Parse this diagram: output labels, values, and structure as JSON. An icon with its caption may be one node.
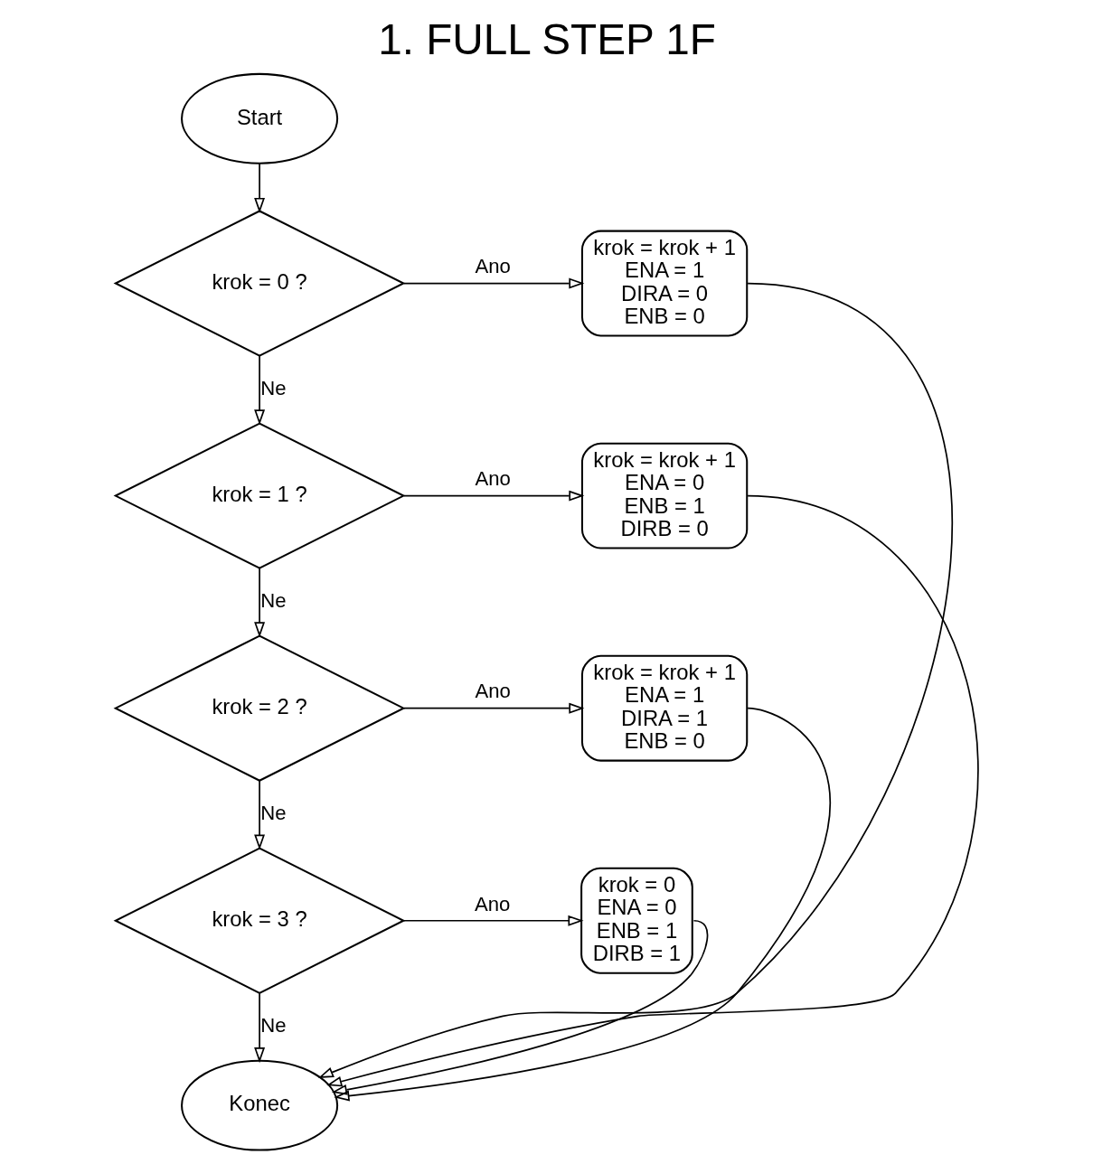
{
  "diagram": {
    "title": "1. FULL STEP 1F",
    "nodes": [
      {
        "text": [
          "Start"
        ]
      },
      {
        "text": [
          "krok = 0 ?"
        ]
      },
      {
        "text": [
          "krok = krok + 1",
          "ENA = 1",
          "DIRA = 0",
          "ENB = 0"
        ]
      },
      {
        "text": [
          "krok = 1 ?"
        ]
      },
      {
        "text": [
          "krok = krok + 1",
          "ENA = 0",
          "ENB = 1",
          "DIRB = 0"
        ]
      },
      {
        "text": [
          "krok = 2 ?"
        ]
      },
      {
        "text": [
          "krok = krok + 1",
          "ENA = 1",
          "DIRA = 1",
          "ENB = 0"
        ]
      },
      {
        "text": [
          "krok = 3 ?"
        ]
      },
      {
        "text": [
          "krok = 0",
          "ENA = 0",
          "ENB = 1",
          "DIRB = 1"
        ]
      },
      {
        "text": [
          "Konec"
        ]
      }
    ],
    "edges": [
      {
        "from": 0,
        "to": 1,
        "arrow": "to"
      },
      {
        "from": 1,
        "to": 2,
        "arrow": "to",
        "label": "Ano"
      },
      {
        "from": 1,
        "to": 3,
        "arrow": "to",
        "label": "Ne"
      },
      {
        "from": 3,
        "to": 4,
        "arrow": "to",
        "label": "Ano"
      },
      {
        "from": 3,
        "to": 5,
        "arrow": "to",
        "label": "Ne"
      },
      {
        "from": 5,
        "to": 6,
        "arrow": "to",
        "label": "Ano"
      },
      {
        "from": 5,
        "to": 7,
        "arrow": "to",
        "label": "Ne"
      },
      {
        "from": 7,
        "to": 8,
        "arrow": "to",
        "label": "Ano"
      },
      {
        "from": 7,
        "to": 9,
        "arrow": "to",
        "label": "Ne"
      },
      {
        "from": 2,
        "to": 9,
        "arrow": "to"
      },
      {
        "from": 4,
        "to": 9,
        "arrow": "to"
      },
      {
        "from": 6,
        "to": 9,
        "arrow": "to"
      },
      {
        "from": 8,
        "to": 9,
        "arrow": "to"
      }
    ]
  }
}
